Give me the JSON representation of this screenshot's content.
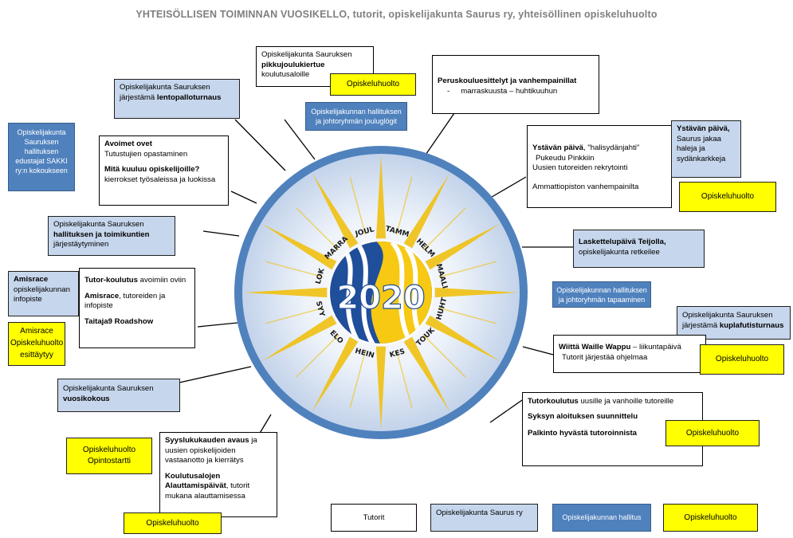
{
  "title": "YHTEISÖLLISEN TOIMINNAN VUOSIKELLO, tutorit, opiskelijakunta Saurus ry, yhteisöllinen opiskeluhuolto",
  "wheel": {
    "year": "2020",
    "months": [
      "TAMM",
      "HELM",
      "MAALI",
      "HUHT",
      "TOUK",
      "KES",
      "HEIN",
      "ELO",
      "SYY",
      "LOK",
      "MARRA",
      "JOUL"
    ],
    "colors": {
      "rim": "#4f81bd",
      "face": "#dbe5f1",
      "rays": "#f0c010",
      "logo_blue": "#1f4e9a",
      "logo_yellow": "#f7c912"
    }
  },
  "boxes": {
    "pikkujoulu": {
      "line1": "Opiskelijakunta Sauruksen",
      "bold": "pikkujoulukiertue",
      "line3": "koulutusaloille"
    },
    "opiskeluhuolto_top": "Opiskeluhuolto",
    "lentopallo": {
      "line1": "Opiskelijakunta Sauruksen",
      "prefix": "järjestämä ",
      "bold": "lentopalloturnaus"
    },
    "joulu_glogit": "Opiskelijakunnan hallituksen ja johtoryhmän jouluglögit",
    "peruskoulu": {
      "bold": "Peruskouluesittelyt ja vanhempainillat",
      "dash": "-",
      "range": "marraskuusta – huhtikuuhun"
    },
    "sakki": "Opiskelijakunta Sauruksen hallituksen edustajat SAKKI ry:n kokoukseen",
    "avoimet": {
      "bold1": "Avoimet ovet",
      "text1": "Tutustujien opastaminen",
      "bold2": "Mitä kuuluu opiskelijoille?",
      "text2": "kierrokset työsaleissa ja luokissa"
    },
    "ystavan_main": {
      "bold": "Ystävän päivä",
      "rest": ", \"halisydänjahti\"",
      "l2": "Pukeudu Pinkkiin",
      "l3": "Uusien tutoreiden rekrytointi",
      "l4": "Ammattiopiston vanhempainilta"
    },
    "ystavan_side": {
      "bold": "Ystävän päivä,",
      "text": "Saurus jakaa haleja ja sydänkarkkeja"
    },
    "opiskeluhuolto_ystava": "Opiskeluhuolto",
    "hallitus_toimikunnat": {
      "line1": "Opiskelijakunta Sauruksen",
      "bold": "hallituksen ja toimikuntien",
      "line3": "järjestäytyminen"
    },
    "laskettelu": {
      "bold": "Laskettelupäivä Teijolla,",
      "text": "opiskelijakunta retkeilee"
    },
    "amisrace_info": {
      "bold": "Amisrace",
      "text": "opiskelijakunnan infopiste"
    },
    "tutor_koulutus": {
      "bold": "Tutor-koulutus",
      "rest": " avoimiin oviin",
      "bold2": "Amisrace",
      "rest2": ", tutoreiden ja infopiste",
      "l3": "Taitaja9 Roadshow"
    },
    "tapaaminen": "Opiskelijakunnan hallituksen ja johtoryhmän tapaaminen",
    "kuplafutis": {
      "line1": "Opiskelijakunta Sauruksen",
      "prefix": "järjestämä ",
      "bold": "kuplafutisturnaus"
    },
    "amisrace_yellow": "Amisrace Opiskeluhuolto esittäytyy",
    "wappu": {
      "bold": "Wiittä Waille Wappu",
      "rest": " – liikuntapäivä",
      "l2": "Tutorit järjestää ohjelmaa"
    },
    "opiskeluhuolto_wappu": "Opiskeluhuolto",
    "vuosikokous": {
      "line1": "Opiskelijakunta Sauruksen",
      "bold": "vuosikokous"
    },
    "tutorkoulutus": {
      "bold": "Tutorkoulutus",
      "rest": " uusille ja vanhoille tutoreille",
      "bold2": "Syksyn aloituksen suunnittelu",
      "bold3": "Palkinto hyvästä tutoroinnista"
    },
    "opiskeluhuolto_tutor": "Opiskeluhuolto",
    "opintostartti": "Opiskeluhuolto Opintostartti",
    "syyslukukausi": {
      "bold": "Syyslukukauden avaus",
      "rest": " ja uusien opiskelijoiden vastaanotto ja kierrätys",
      "bold2": "Koulutusalojen Alauttamispäivät",
      "rest2": ", tutorit mukana alauttamisessa"
    },
    "opiskeluhuolto_bottom": "Opiskeluhuolto"
  },
  "legend": [
    "Tutorit",
    "Opiskelijakunta Saurus ry",
    "Opiskelijakunnan hallitus",
    "Opiskeluhuolto"
  ]
}
